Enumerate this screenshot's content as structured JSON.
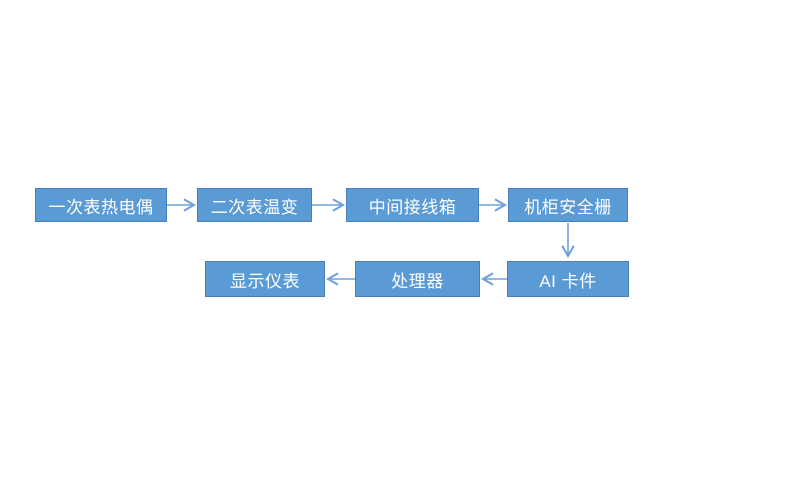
{
  "diagram": {
    "type": "flowchart",
    "nodes": [
      {
        "id": "primary-thermocouple",
        "label": "一次表热电偶"
      },
      {
        "id": "secondary-temp-transmitter",
        "label": "二次表温变"
      },
      {
        "id": "intermediate-junction-box",
        "label": "中间接线箱"
      },
      {
        "id": "cabinet-safety-barrier",
        "label": "机柜安全栅"
      },
      {
        "id": "ai-card",
        "label": "AI 卡件"
      },
      {
        "id": "processor",
        "label": "处理器"
      },
      {
        "id": "display-instrument",
        "label": "显示仪表"
      }
    ],
    "edges": [
      {
        "from": "一次表热电偶",
        "to": "二次表温变",
        "direction": "right"
      },
      {
        "from": "二次表温变",
        "to": "中间接线箱",
        "direction": "right"
      },
      {
        "from": "中间接线箱",
        "to": "机柜安全栅",
        "direction": "right"
      },
      {
        "from": "机柜安全栅",
        "to": "AI 卡件",
        "direction": "down"
      },
      {
        "from": "AI 卡件",
        "to": "处理器",
        "direction": "left"
      },
      {
        "from": "处理器",
        "to": "显示仪表",
        "direction": "left"
      }
    ],
    "colors": {
      "node_fill": "#5B9BD5",
      "node_border": "#4A7EBB",
      "arrow": "#6EA0DB",
      "text": "#FFFFFF",
      "background": "#FFFFFF"
    }
  }
}
